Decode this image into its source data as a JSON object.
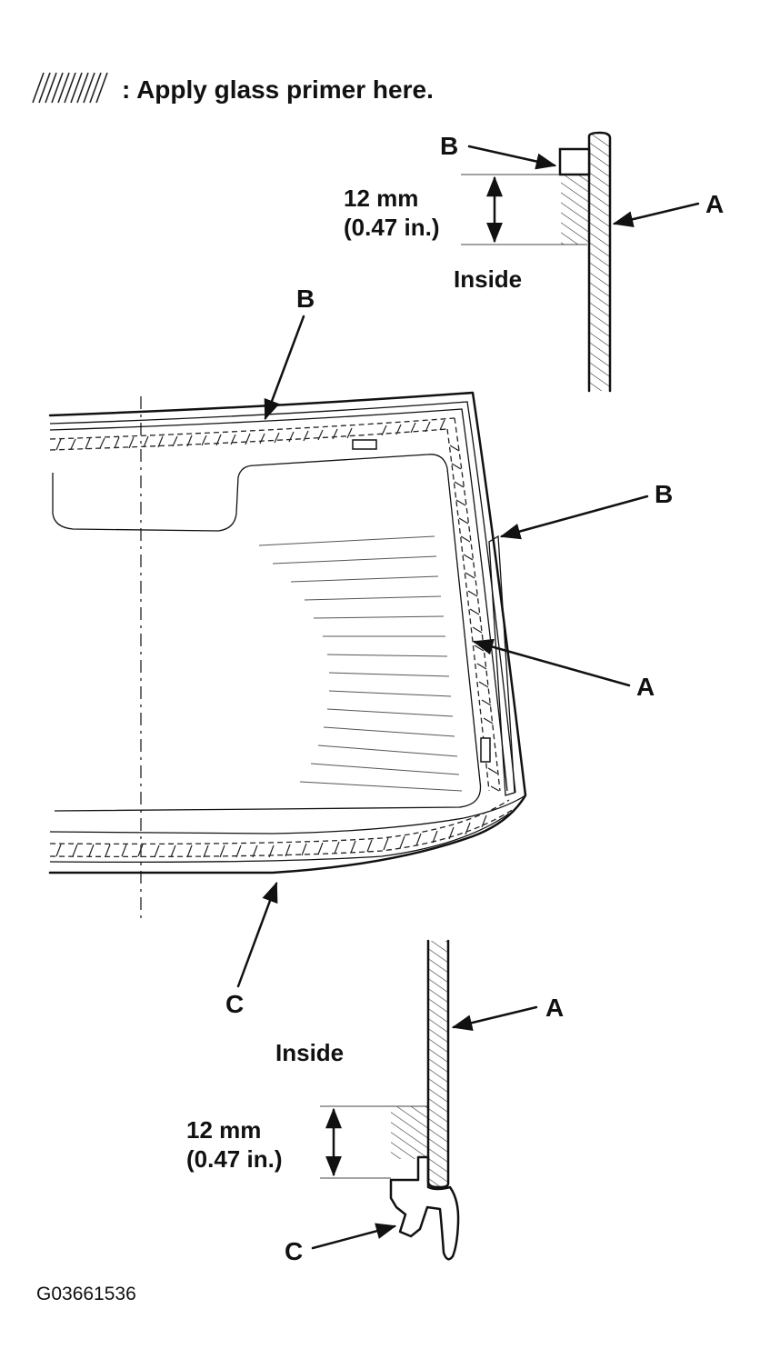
{
  "legend": {
    "icon": "diagonal-hatch-swatch",
    "text": ": Apply glass primer here."
  },
  "top_detail": {
    "label_b": "B",
    "label_a": "A",
    "dimension_mm": "12 mm",
    "dimension_in": "(0.47 in.)",
    "inside_label": "Inside"
  },
  "windshield": {
    "label_b_top": "B",
    "label_b_side": "B",
    "label_a": "A",
    "label_c": "C"
  },
  "bottom_detail": {
    "label_a": "A",
    "label_c": "C",
    "dimension_mm": "12 mm",
    "dimension_in": "(0.47 in.)",
    "inside_label": "Inside"
  },
  "figure_code": "G03661536"
}
